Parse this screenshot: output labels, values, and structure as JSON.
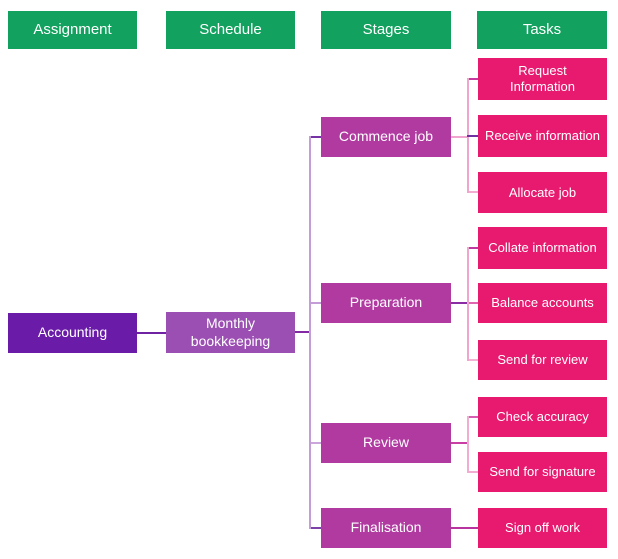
{
  "columns": [
    {
      "label": "Assignment"
    },
    {
      "label": "Schedule"
    },
    {
      "label": "Stages"
    },
    {
      "label": "Tasks"
    }
  ],
  "assignment": {
    "label": "Accounting"
  },
  "schedule": {
    "label": "Monthly bookkeeping"
  },
  "stages": [
    {
      "label": "Commence job",
      "tasks": [
        {
          "label": "Request Information"
        },
        {
          "label": "Receive information"
        },
        {
          "label": "Allocate job"
        }
      ]
    },
    {
      "label": "Preparation",
      "tasks": [
        {
          "label": "Collate information"
        },
        {
          "label": "Balance accounts"
        },
        {
          "label": "Send for review"
        }
      ]
    },
    {
      "label": "Review",
      "tasks": [
        {
          "label": "Check accuracy"
        },
        {
          "label": "Send for signature"
        }
      ]
    },
    {
      "label": "Finalisation",
      "tasks": [
        {
          "label": "Sign off work"
        }
      ]
    }
  ],
  "colors": {
    "header_green": "#12A15E",
    "assignment_purple": "#6A1CA8",
    "schedule_purple": "#9B4FB3",
    "stage_magenta": "#B13AA1",
    "task_pink": "#E81A6F",
    "connector_lavender": "#C49DD8",
    "connector_light_pink": "#F0A5CE",
    "connector_dark_purple": "#7030A0",
    "connector_magenta": "#B8339E",
    "background": "#FFFFFF"
  }
}
